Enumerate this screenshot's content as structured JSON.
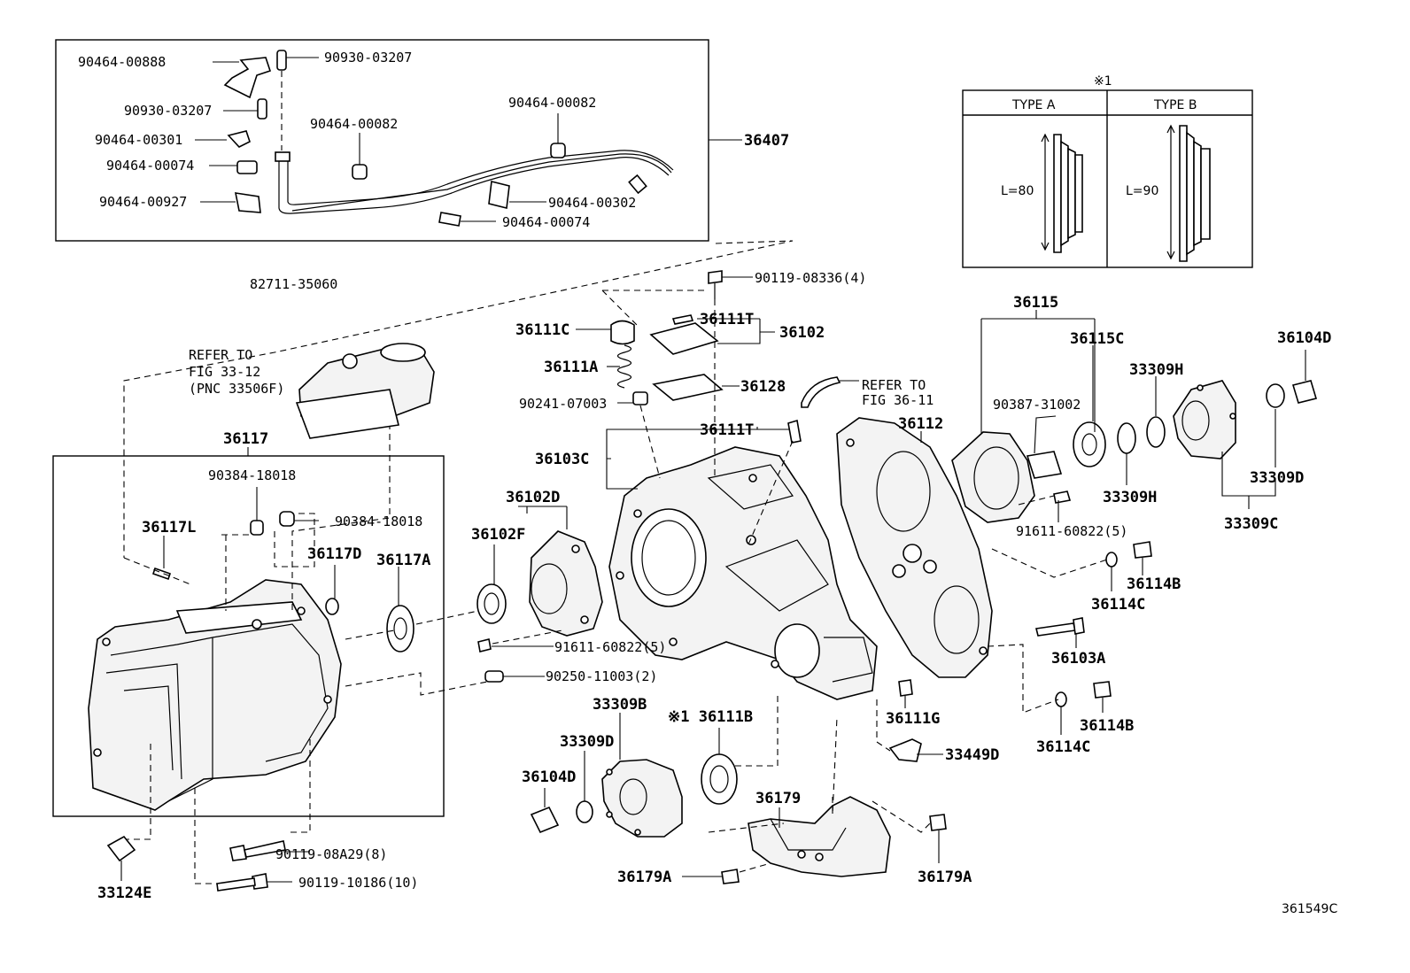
{
  "diagram_id": "361549C",
  "type_table": {
    "marker": "※1",
    "type_a": {
      "header": "TYPE A",
      "dimension": "L=80"
    },
    "type_b": {
      "header": "TYPE B",
      "dimension": "L=90"
    }
  },
  "callouts": {
    "p90464_00888": "90464-00888",
    "p90930_03207_a": "90930-03207",
    "p90930_03207_b": "90930-03207",
    "p90464_00301": "90464-00301",
    "p90464_00074_a": "90464-00074",
    "p90464_00927": "90464-00927",
    "p90464_00082_a": "90464-00082",
    "p90464_00082_b": "90464-00082",
    "p90464_00302": "90464-00302",
    "p90464_00074_b": "90464-00074",
    "p36407": "36407",
    "p82711_35060": "82711-35060",
    "p90119_08336": "90119-08336(4)",
    "p36111T_a": "36111T",
    "p36102": "36102",
    "p36111C": "36111C",
    "p36111A": "36111A",
    "p36128": "36128",
    "p90241_07003": "90241-07003",
    "p36111T_b": "36111T",
    "p36103C": "36103C",
    "refer_a_1": "REFER TO",
    "refer_a_2": "FIG 33-12",
    "refer_a_3": "(PNC 33506F)",
    "refer_b_1": "REFER TO",
    "refer_b_2": "FIG 36-11",
    "p36117": "36117",
    "p90384_18018_a": "90384-18018",
    "p90384_18018_b": "90384-18018",
    "p36117L": "36117L",
    "p36117D": "36117D",
    "p36117A": "36117A",
    "p36102D": "36102D",
    "p36102F": "36102F",
    "p91611_60822_a": "91611-60822(5)",
    "p90250_11003": "90250-11003(2)",
    "p36112": "36112",
    "p36115": "36115",
    "p36115C": "36115C",
    "p90387_31002": "90387-31002",
    "p33309H_a": "33309H",
    "p33309H_b": "33309H",
    "p36104D_a": "36104D",
    "p33309D_a": "33309D",
    "p33309C": "33309C",
    "p91611_60822_b": "91611-60822(5)",
    "p36114B_a": "36114B",
    "p36114C_a": "36114C",
    "p36103A": "36103A",
    "p36114B_b": "36114B",
    "p36114C_b": "36114C",
    "p36111G": "36111G",
    "p33449D": "33449D",
    "p33309B": "33309B",
    "p36111B": "※1 36111B",
    "p33309D_b": "33309D",
    "p36104D_b": "36104D",
    "p36179": "36179",
    "p36179A_a": "36179A",
    "p36179A_b": "36179A",
    "p33124E": "33124E",
    "p90119_08A29": "90119-08A29(8)",
    "p90119_10186": "90119-10186(10)"
  }
}
